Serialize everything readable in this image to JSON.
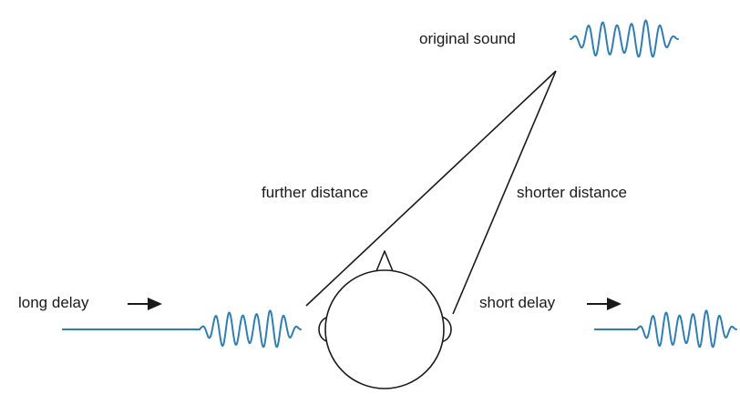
{
  "labels": {
    "original_sound": "original sound",
    "further_distance": "further distance",
    "shorter_distance": "shorter distance",
    "long_delay": "long delay",
    "short_delay": "short delay"
  },
  "colors": {
    "waveform": "#2f7fb5",
    "line": "#1a1a1a",
    "head_fill": "#ffffff"
  },
  "icons": {
    "arrow": "right-arrow-icon"
  }
}
